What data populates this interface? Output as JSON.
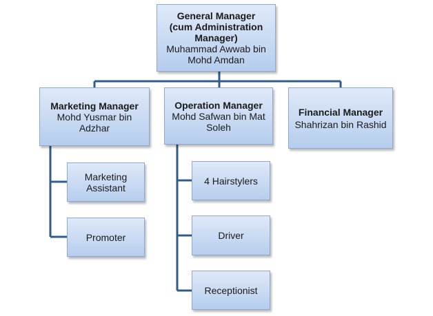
{
  "org_chart": {
    "general_manager": {
      "title_line1": "General Manager",
      "title_line2": "(cum Administration",
      "title_line3": "Manager)",
      "name_line1": "Muhammad Awwab bin",
      "name_line2": "Mohd Amdan"
    },
    "marketing_manager": {
      "title": "Marketing Manager",
      "name_line1": "Mohd Yusmar bin",
      "name_line2": "Adzhar"
    },
    "operation_manager": {
      "title": "Operation Manager",
      "name_line1": "Mohd Safwan bin Mat",
      "name_line2": "Soleh"
    },
    "financial_manager": {
      "title": "Financial Manager",
      "name": "Shahrizan bin Rashid"
    },
    "marketing_staff": [
      {
        "line1": "Marketing",
        "line2": "Assistant"
      },
      {
        "line1": "Promoter"
      }
    ],
    "operation_staff": [
      {
        "line1": "4 Hairstylers"
      },
      {
        "line1": "Driver"
      },
      {
        "line1": "Receptionist"
      }
    ]
  },
  "colors": {
    "connector": "#2f5c8a",
    "box_fill_top": "#dfe9f8",
    "box_fill_bottom": "#b6cdee",
    "box_border": "#8ea9cf"
  }
}
